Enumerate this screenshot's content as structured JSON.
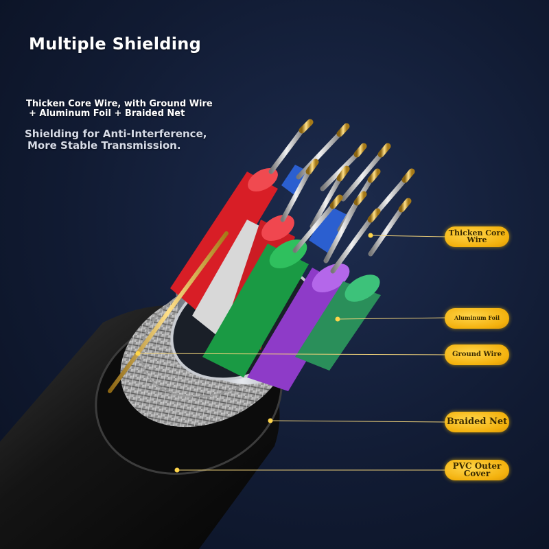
{
  "header": {
    "title": "Multiple Shielding",
    "subtitle_line1": "Thicken Core Wire, with Ground Wire",
    "subtitle_line2": "+ Aluminum Foil + Braided Net",
    "tagline_line1": "Shielding for Anti-Interference,",
    "tagline_line2": "More Stable Transmission."
  },
  "callouts": {
    "core_wire": "Thicken Core Wire",
    "aluminum_foil": "Aluminum Foil",
    "ground_wire": "Ground Wire",
    "braided_net": "Braided Net",
    "outer_cover": "PVC Outer Cover"
  },
  "colors": {
    "background": "#111b33",
    "callout": "#f3b10d",
    "gold_pin": "#e8b23a",
    "wire_red": "#e4202a",
    "wire_green": "#1ea34a",
    "wire_purple": "#9640d0",
    "wire_blue": "#2b5fd0",
    "jacket": "#101010"
  }
}
